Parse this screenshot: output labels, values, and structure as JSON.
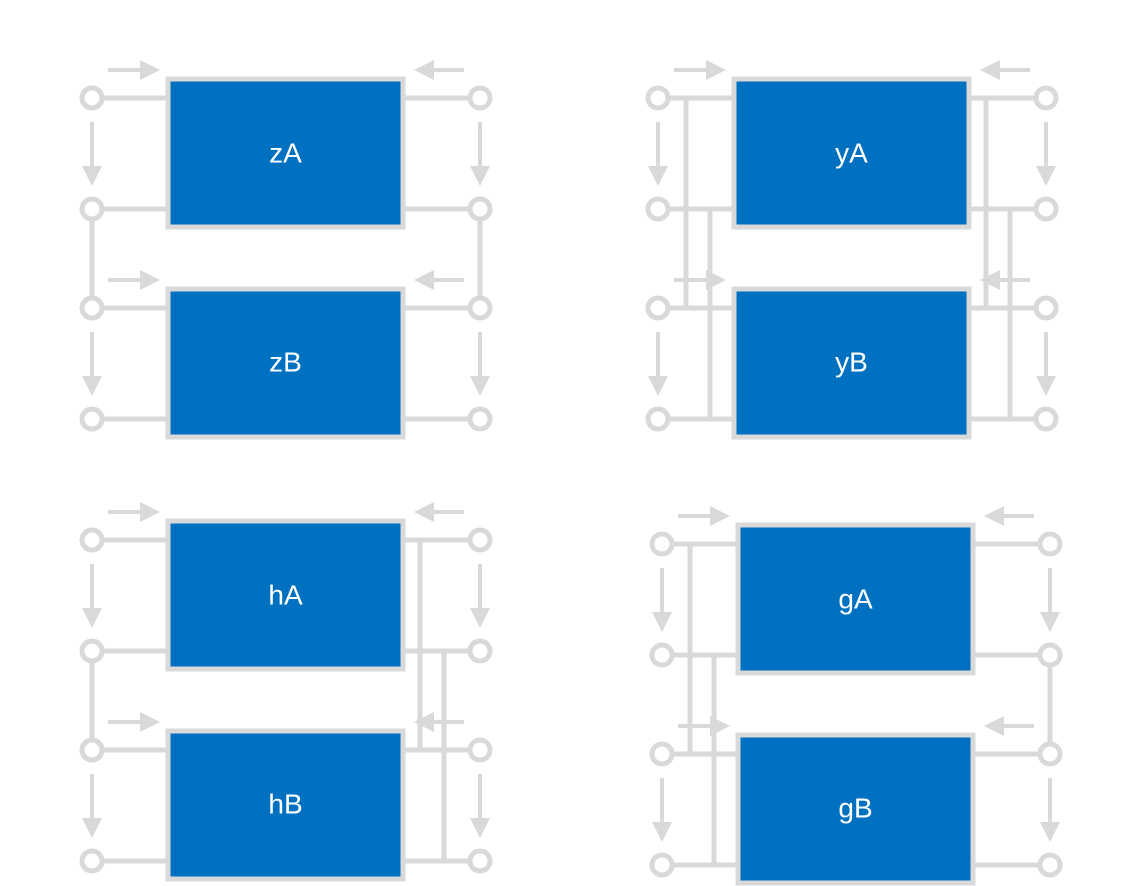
{
  "diagrams": [
    {
      "id": "series-series",
      "top_label": "zA",
      "bottom_label": "zB"
    },
    {
      "id": "parallel-parallel",
      "top_label": "yA",
      "bottom_label": "yB"
    },
    {
      "id": "series-parallel",
      "top_label": "hA",
      "bottom_label": "hB"
    },
    {
      "id": "parallel-series",
      "top_label": "gA",
      "bottom_label": "gB"
    }
  ],
  "colors": {
    "box_fill": "#0070c0",
    "wire": "#d9d9d9",
    "label": "#ffffff"
  }
}
